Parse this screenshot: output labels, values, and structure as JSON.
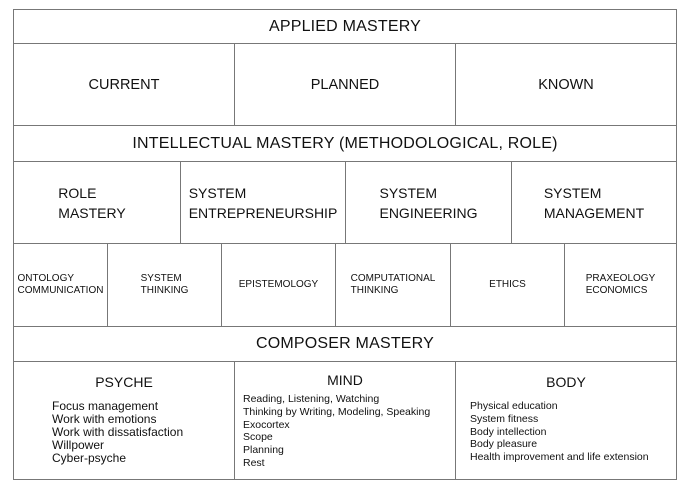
{
  "applied": {
    "title": "APPLIED MASTERY",
    "columns": [
      "CURRENT",
      "PLANNED",
      "KNOWN"
    ]
  },
  "intellectual": {
    "title": "INTELLECTUAL MASTERY (METHODOLOGICAL, ROLE)",
    "row1": [
      {
        "line1": "ROLE",
        "line2": "MASTERY"
      },
      {
        "line1": "SYSTEM",
        "line2": "ENTREPRENEURSHIP"
      },
      {
        "line1": "SYSTEM",
        "line2": "ENGINEERING"
      },
      {
        "line1": "SYSTEM",
        "line2": "MANAGEMENT"
      }
    ],
    "row2": [
      {
        "line1": "ONTOLOGY",
        "line2": "COMMUNICATION"
      },
      {
        "line1": "SYSTEM",
        "line2": "THINKING"
      },
      {
        "line1": "EPISTEMOLOGY",
        "line2": ""
      },
      {
        "line1": "COMPUTATIONAL",
        "line2": "THINKING"
      },
      {
        "line1": "ETHICS",
        "line2": ""
      },
      {
        "line1": "PRAXEOLOGY",
        "line2": "ECONOMICS"
      }
    ]
  },
  "composer": {
    "title": "COMPOSER MASTERY",
    "psyche": {
      "title": "PSYCHE",
      "items": [
        "Focus management",
        "Work with emotions",
        "Work with dissatisfaction",
        "Willpower",
        "Cyber-psyche"
      ]
    },
    "mind": {
      "title": "MIND",
      "items": [
        "Reading, Listening, Watching",
        "Thinking by Writing, Modeling, Speaking",
        "Exocortex",
        "Scope",
        "Planning",
        "Rest"
      ]
    },
    "body": {
      "title": "BODY",
      "items": [
        "Physical education",
        "System fitness",
        "Body intellection",
        "Body pleasure",
        "Health improvement and life extension"
      ]
    }
  }
}
